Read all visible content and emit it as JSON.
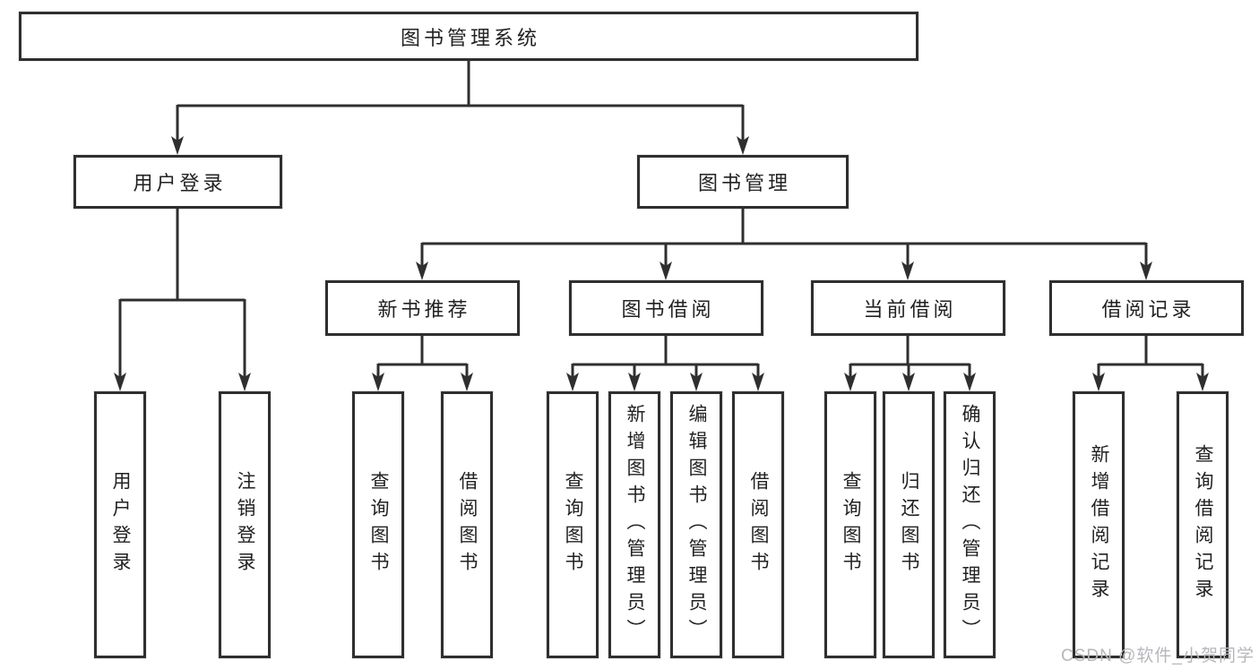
{
  "diagram": {
    "title": "图书管理系统",
    "level2": {
      "user_login": "用户登录",
      "book_mgmt": "图书管理"
    },
    "level3": {
      "new_books": "新书推荐",
      "book_borrow": "图书借阅",
      "current_borrow": "当前借阅",
      "borrow_records": "借阅记录"
    },
    "leaves": {
      "login": "用户登录",
      "logout": "注销登录",
      "nb_query": "查询图书",
      "nb_borrow": "借阅图书",
      "bw_query": "查询图书",
      "bw_add": "新增图书（管理员）",
      "bw_edit": "编辑图书（管理员）",
      "bw_borrow": "借阅图书",
      "cur_query": "查询图书",
      "cur_return": "归还图书",
      "cur_confirm": "确认归还（管理员）",
      "rec_add": "新增借阅记录",
      "rec_query": "查询借阅记录"
    }
  },
  "watermark": "CSDN @软件_小贺同学",
  "colors": {
    "line": "#2f2f2f",
    "box_border": "#2f2f2f",
    "box_fill": "#ffffff",
    "text": "#222222",
    "watermark": "#b4b7bb",
    "background": "#ffffff"
  }
}
